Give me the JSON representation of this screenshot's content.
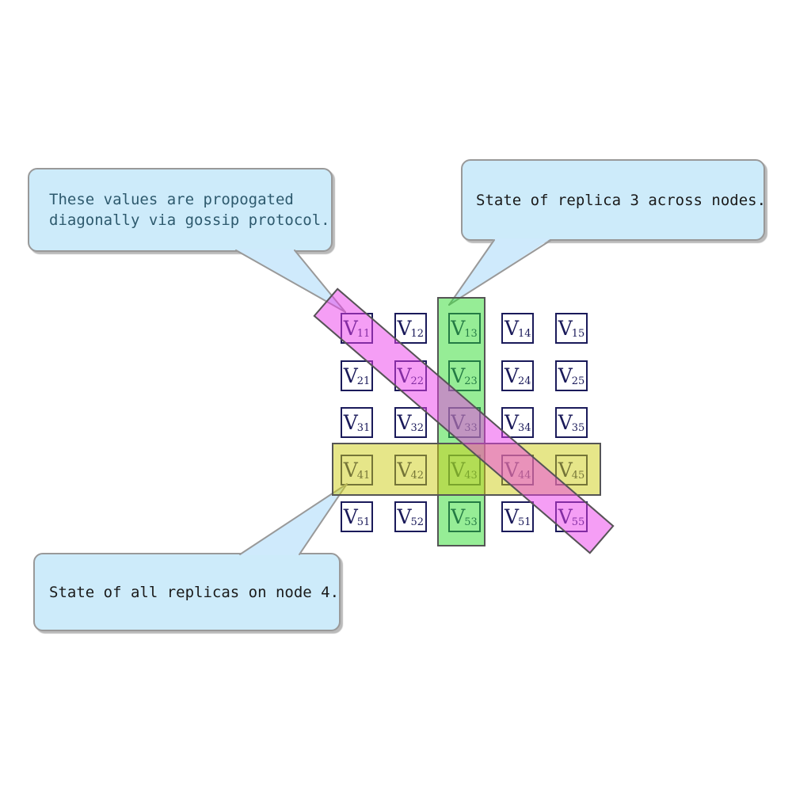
{
  "callouts": {
    "gossip": {
      "lines": [
        "These values are propogated",
        "diagonally via gossip protocol."
      ]
    },
    "replica3": {
      "text": "State of replica 3 across nodes."
    },
    "node4": {
      "text": "State of all replicas on node 4."
    }
  },
  "matrix": {
    "symbol": "V",
    "rows": [
      [
        "11",
        "12",
        "13",
        "14",
        "15"
      ],
      [
        "21",
        "22",
        "23",
        "24",
        "25"
      ],
      [
        "31",
        "32",
        "33",
        "34",
        "35"
      ],
      [
        "41",
        "42",
        "43",
        "44",
        "45"
      ],
      [
        "51",
        "52",
        "53",
        "51",
        "55"
      ]
    ]
  },
  "highlights": {
    "column_band": {
      "color": "#2ddb2d",
      "refers_to": "replica 3 column"
    },
    "row_band": {
      "color": "#cdcd14",
      "refers_to": "node 4 row"
    },
    "diagonal_band": {
      "color": "#eb3eeb",
      "refers_to": "gossip diagonal V11-V55"
    }
  },
  "colors": {
    "callout_bg": "#cdebfa",
    "callout_border": "#999999",
    "gossip_text": "#2e5a6e",
    "label_text": "#1a1a1a",
    "cell_border": "#1a1a5a",
    "band_border": "#555555"
  }
}
